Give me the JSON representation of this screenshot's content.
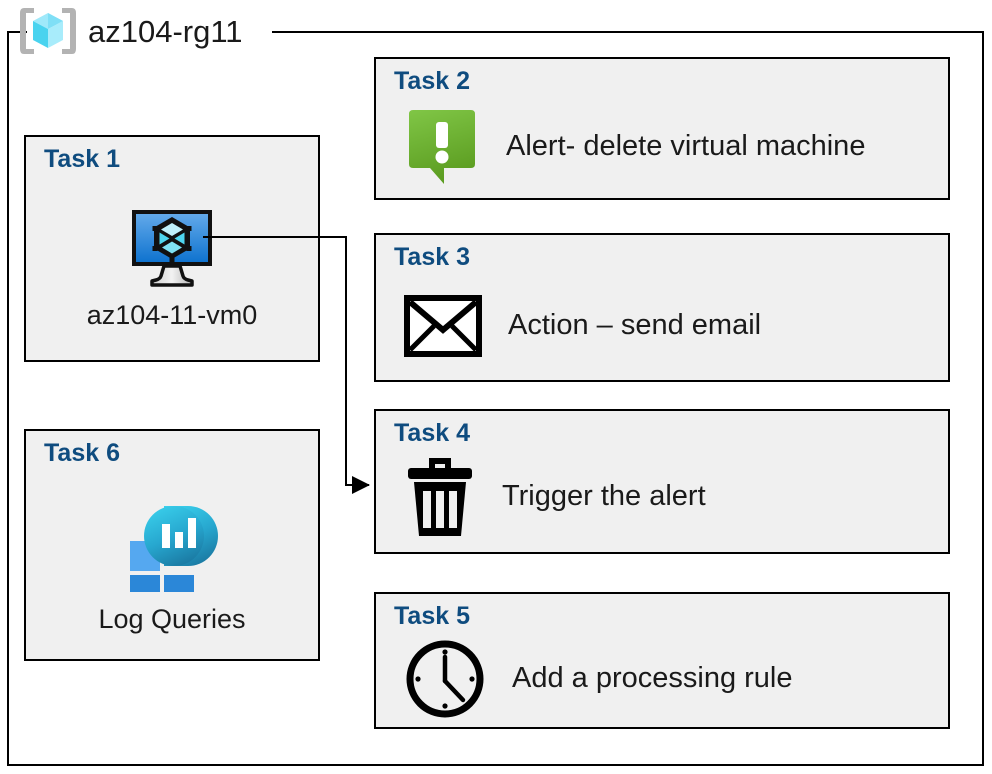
{
  "resource_group": {
    "title": "az104-rg11",
    "icon": "resource-group-cube-icon",
    "accent_color": "#0f4c7f",
    "card_fill": "#f0f0f0",
    "border_color": "#000000"
  },
  "cards": [
    {
      "id": "task-1",
      "label": "Task 1",
      "caption": "az104-11-vm0",
      "icon": "virtual-machine-icon",
      "icon_colors": {
        "screen_top": "#5aa5e8",
        "screen_bottom": "#1274ce",
        "cube": "#1a1a1a",
        "cube_face": "#7fe4f5"
      }
    },
    {
      "id": "task-2",
      "label": "Task 2",
      "caption": "Alert- delete virtual machine",
      "icon": "alert-speech-bubble-icon",
      "icon_colors": {
        "top": "#7ac143",
        "bottom": "#5a9e22",
        "mark": "#ffffff"
      }
    },
    {
      "id": "task-3",
      "label": "Task 3",
      "caption": "Action – send email",
      "icon": "envelope-icon",
      "icon_colors": {
        "outline": "#000000",
        "fill": "#ffffff"
      }
    },
    {
      "id": "task-4",
      "label": "Task 4",
      "caption": "Trigger the alert",
      "icon": "trash-delete-icon",
      "icon_colors": {
        "glyph": "#000000"
      }
    },
    {
      "id": "task-5",
      "label": "Task 5",
      "caption": "Add a processing rule",
      "icon": "clock-icon",
      "icon_colors": {
        "glyph": "#000000"
      }
    },
    {
      "id": "task-6",
      "label": "Task 6",
      "caption": "Log Queries",
      "icon": "log-analytics-icon",
      "icon_colors": {
        "square_light": "#55a8f0",
        "square_dark": "#2b87d8",
        "blob_top": "#32c8e6",
        "blob_bottom": "#1d7fa8",
        "bars": "#ffffff"
      }
    }
  ],
  "connector": {
    "from": "task-1",
    "to": "task-4",
    "style": "orthogonal-arrow",
    "color": "#000000"
  }
}
